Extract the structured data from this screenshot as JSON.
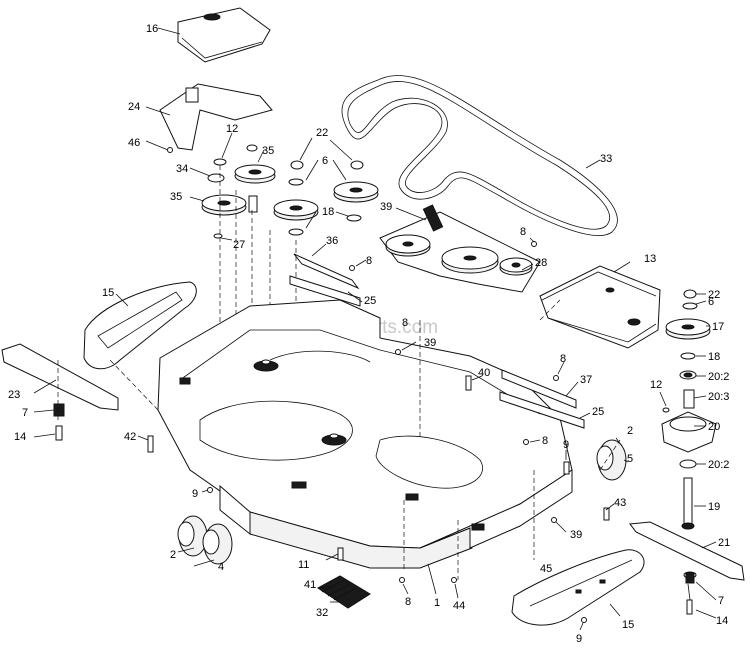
{
  "watermark": "eReplacementParts.com",
  "callouts": {
    "c16": "16",
    "c24": "24",
    "c46": "46",
    "c12a": "12",
    "c34": "34",
    "c35a": "35",
    "c35b": "35",
    "c27": "27",
    "c22a": "22",
    "c6a": "6",
    "c18a": "18",
    "c36": "36",
    "c8a": "8",
    "c39a": "39",
    "c33": "33",
    "c8b": "8",
    "c28": "28",
    "c13": "13",
    "c15a": "15",
    "c25a": "25",
    "c8c": "8",
    "c39b": "39",
    "c22b": "22",
    "c6b": "6",
    "c17": "17",
    "c18b": "18",
    "c202a": "20:2",
    "c203": "20:3",
    "c12b": "12",
    "c20": "20",
    "c202b": "20:2",
    "c19": "19",
    "c21": "21",
    "c7b": "7",
    "c14b": "14",
    "c23": "23",
    "c7a": "7",
    "c14a": "14",
    "c42": "42",
    "c40": "40",
    "c8d": "8",
    "c37": "37",
    "c25b": "25",
    "c8e": "8",
    "c9a": "9",
    "c2a": "2",
    "c5": "5",
    "c43": "43",
    "c39c": "39",
    "c9b": "9",
    "c2b": "2",
    "c4": "4",
    "c11": "11",
    "c41": "41",
    "c32": "32",
    "c8f": "8",
    "c1": "1",
    "c44": "44",
    "c45": "45",
    "c15b": "15",
    "c9c": "9"
  }
}
